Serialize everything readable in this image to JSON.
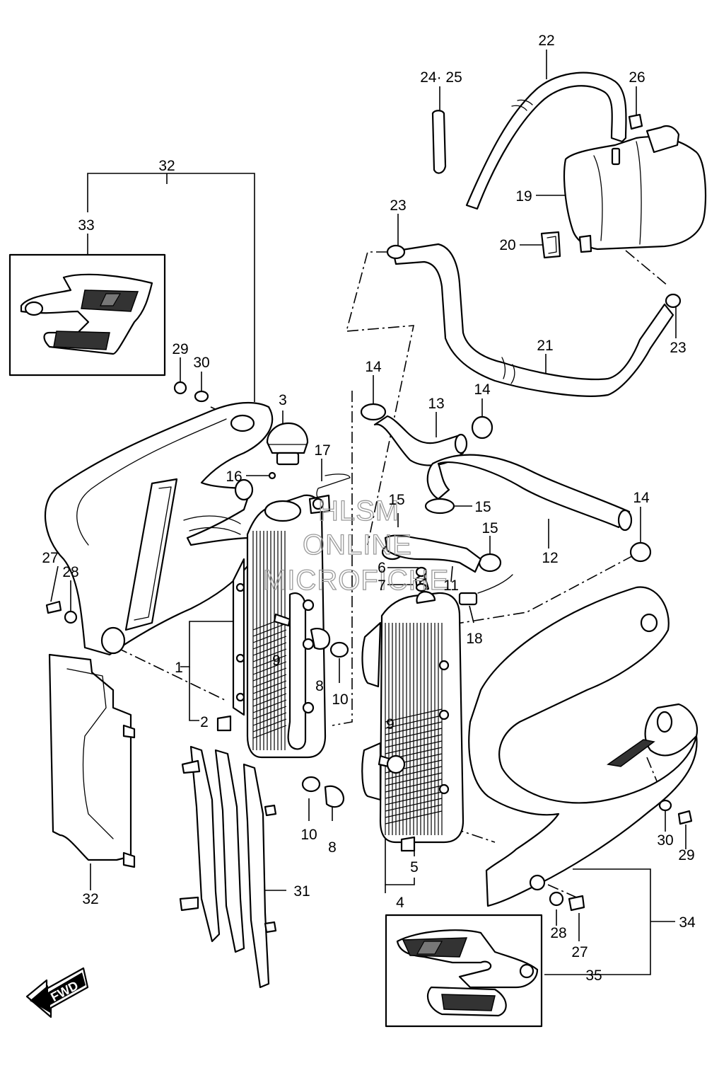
{
  "callouts": [
    {
      "id": "c1",
      "text": "1"
    },
    {
      "id": "c2",
      "text": "2"
    },
    {
      "id": "c3",
      "text": "3"
    },
    {
      "id": "c4",
      "text": "4"
    },
    {
      "id": "c5",
      "text": "5"
    },
    {
      "id": "c6",
      "text": "6"
    },
    {
      "id": "c7",
      "text": "7"
    },
    {
      "id": "c8a",
      "text": "8"
    },
    {
      "id": "c8b",
      "text": "8"
    },
    {
      "id": "c9a",
      "text": "9"
    },
    {
      "id": "c9b",
      "text": "9"
    },
    {
      "id": "c10a",
      "text": "10"
    },
    {
      "id": "c10b",
      "text": "10"
    },
    {
      "id": "c11",
      "text": "11"
    },
    {
      "id": "c12",
      "text": "12"
    },
    {
      "id": "c13",
      "text": "13"
    },
    {
      "id": "c14a",
      "text": "14"
    },
    {
      "id": "c14b",
      "text": "14"
    },
    {
      "id": "c14c",
      "text": "14"
    },
    {
      "id": "c15a",
      "text": "15"
    },
    {
      "id": "c15b",
      "text": "15"
    },
    {
      "id": "c15c",
      "text": "15"
    },
    {
      "id": "c16",
      "text": "16"
    },
    {
      "id": "c17",
      "text": "17"
    },
    {
      "id": "c18",
      "text": "18"
    },
    {
      "id": "c19",
      "text": "19"
    },
    {
      "id": "c20",
      "text": "20"
    },
    {
      "id": "c21",
      "text": "21"
    },
    {
      "id": "c22",
      "text": "22"
    },
    {
      "id": "c23a",
      "text": "23"
    },
    {
      "id": "c23b",
      "text": "23"
    },
    {
      "id": "c2425",
      "text": "24· 25"
    },
    {
      "id": "c26",
      "text": "26"
    },
    {
      "id": "c27a",
      "text": "27"
    },
    {
      "id": "c27b",
      "text": "27"
    },
    {
      "id": "c28a",
      "text": "28"
    },
    {
      "id": "c28b",
      "text": "28"
    },
    {
      "id": "c29a",
      "text": "29"
    },
    {
      "id": "c29b",
      "text": "29"
    },
    {
      "id": "c30a",
      "text": "30"
    },
    {
      "id": "c30b",
      "text": "30"
    },
    {
      "id": "c31",
      "text": "31"
    },
    {
      "id": "c32a",
      "text": "32"
    },
    {
      "id": "c32b",
      "text": "32"
    },
    {
      "id": "c33",
      "text": "33"
    },
    {
      "id": "c34",
      "text": "34"
    },
    {
      "id": "c35",
      "text": "35"
    }
  ],
  "watermark": {
    "line1": "HLSM",
    "line2": "ONLINE",
    "line3": "MICROFICHE"
  },
  "fwd_badge": "FWD",
  "colors": {
    "line": "#000000",
    "background": "#ffffff",
    "watermark": "#9a9a9a"
  }
}
